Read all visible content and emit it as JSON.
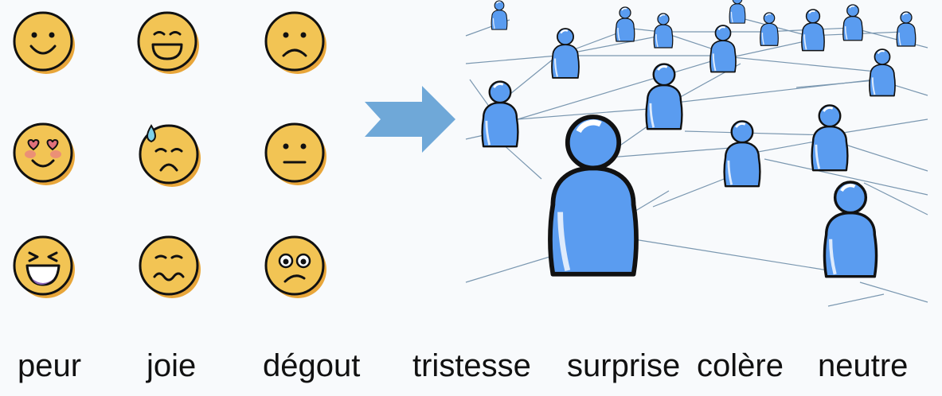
{
  "emotion_labels": [
    "peur",
    "joie",
    "dégout",
    "tristesse",
    "surprise",
    "colère",
    "neutre"
  ],
  "emoji_faces": [
    "smile",
    "happy-closed-eyes",
    "frown",
    "heart-eyes",
    "sweat-sad",
    "neutral",
    "laugh-squint",
    "wavy-mouth",
    "worried-wide-eyes"
  ],
  "colors": {
    "face": "#f2c454",
    "face_shadow": "#e8a63a",
    "arrow": "#6fa8d8",
    "person": "#5a9cf0",
    "network_line": "#6f8fa8"
  }
}
